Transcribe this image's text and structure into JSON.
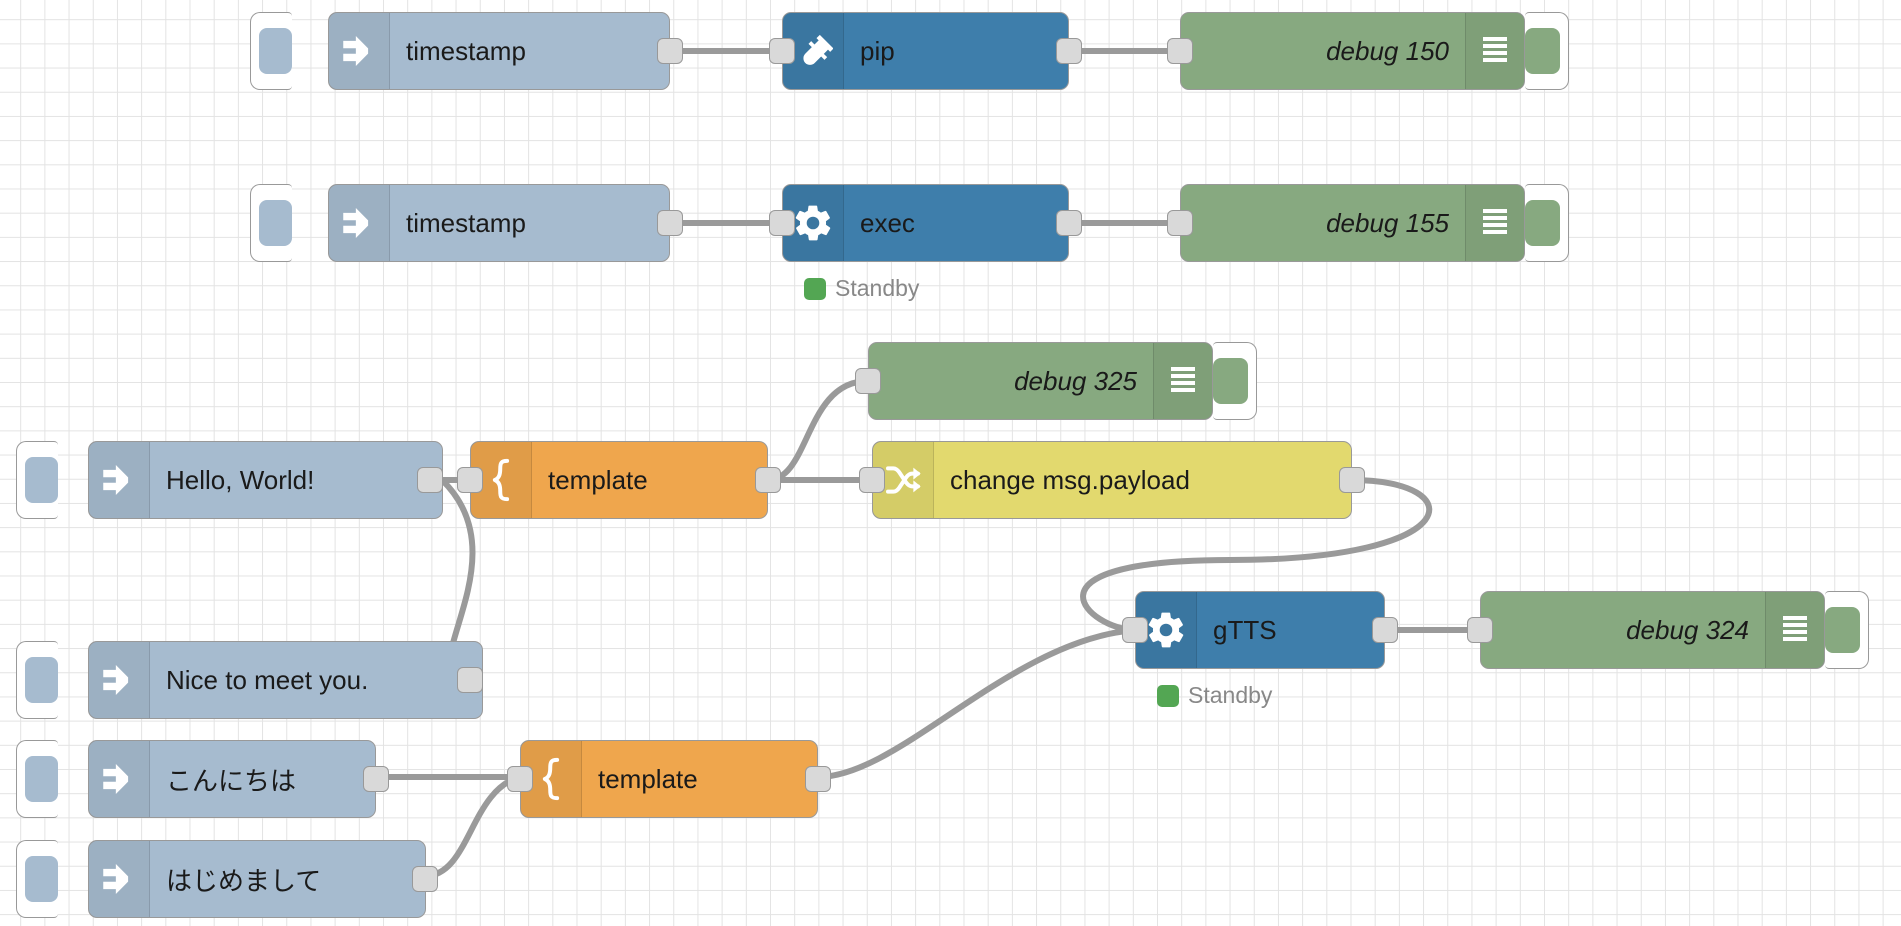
{
  "app": {
    "name": "Node-RED flow editor canvas",
    "grid_color": "#e3e3e3",
    "canvas_background": "#ffffff",
    "wire_color": "#9a9a9a"
  },
  "palette": {
    "inject_color": "#a6bbcf",
    "debug_color": "#87a980",
    "function_blue_color": "#3e7eab",
    "template_color": "#efa64d",
    "change_color": "#e2d96e",
    "port_color": "#d9d9d9",
    "status_green": "#53a653",
    "status_text_color": "#888888"
  },
  "nodes": [
    {
      "id": "inject-1",
      "type": "inject",
      "label": "timestamp",
      "icon": "inject-arrow-icon",
      "has_left_button": true,
      "has_right_button": false,
      "status": null
    },
    {
      "id": "pip-1",
      "type": "function",
      "label": "pip",
      "icon": "plug-icon",
      "has_left_button": false,
      "has_right_button": false,
      "status": null
    },
    {
      "id": "debug-150",
      "type": "debug",
      "label": "debug 150",
      "icon": "hamburger-icon",
      "has_left_button": false,
      "has_right_button": true,
      "status": null
    },
    {
      "id": "inject-2",
      "type": "inject",
      "label": "timestamp",
      "icon": "inject-arrow-icon",
      "has_left_button": true,
      "has_right_button": false,
      "status": null
    },
    {
      "id": "exec-1",
      "type": "function",
      "label": "exec",
      "icon": "gear-icon",
      "has_left_button": false,
      "has_right_button": false,
      "status": "Standby"
    },
    {
      "id": "debug-155",
      "type": "debug",
      "label": "debug 155",
      "icon": "hamburger-icon",
      "has_left_button": false,
      "has_right_button": true,
      "status": null
    },
    {
      "id": "debug-325",
      "type": "debug",
      "label": "debug 325",
      "icon": "hamburger-icon",
      "has_left_button": false,
      "has_right_button": true,
      "status": null
    },
    {
      "id": "inject-hello",
      "type": "inject",
      "label": "Hello, World!",
      "icon": "inject-arrow-icon",
      "has_left_button": true,
      "has_right_button": false,
      "status": null
    },
    {
      "id": "template-1",
      "type": "template",
      "label": "template",
      "icon": "brace-icon",
      "has_left_button": false,
      "has_right_button": false,
      "status": null
    },
    {
      "id": "change-1",
      "type": "change",
      "label": "change msg.payload",
      "icon": "shuffle-icon",
      "has_left_button": false,
      "has_right_button": false,
      "status": null
    },
    {
      "id": "gtts-1",
      "type": "function",
      "label": "gTTS",
      "icon": "gear-icon",
      "has_left_button": false,
      "has_right_button": false,
      "status": "Standby"
    },
    {
      "id": "debug-324",
      "type": "debug",
      "label": "debug 324",
      "icon": "hamburger-icon",
      "has_left_button": false,
      "has_right_button": true,
      "status": null
    },
    {
      "id": "inject-nice",
      "type": "inject",
      "label": "Nice to meet you.",
      "icon": "inject-arrow-icon",
      "has_left_button": true,
      "has_right_button": false,
      "status": null
    },
    {
      "id": "inject-konnichiwa",
      "type": "inject",
      "label": "こんにちは",
      "icon": "inject-arrow-icon",
      "has_left_button": true,
      "has_right_button": false,
      "status": null
    },
    {
      "id": "template-2",
      "type": "template",
      "label": "template",
      "icon": "brace-icon",
      "has_left_button": false,
      "has_right_button": false,
      "status": null
    },
    {
      "id": "inject-hajimemashite",
      "type": "inject",
      "label": "はじめまして",
      "icon": "inject-arrow-icon",
      "has_left_button": true,
      "has_right_button": false,
      "status": null
    }
  ],
  "statuses": {
    "exec_status": "Standby",
    "gtts_status": "Standby"
  },
  "labels": {
    "timestamp_1": "timestamp",
    "timestamp_2": "timestamp",
    "pip": "pip",
    "exec": "exec",
    "gtts": "gTTS",
    "debug_150": "debug 150",
    "debug_155": "debug 155",
    "debug_324": "debug 324",
    "debug_325": "debug 325",
    "hello_world": "Hello, World!",
    "nice_to_meet_you": "Nice to meet you.",
    "konnichiwa": "こんにちは",
    "hajimemashite": "はじめまして",
    "template_1": "template",
    "template_2": "template",
    "change_msg_payload": "change msg.payload"
  }
}
